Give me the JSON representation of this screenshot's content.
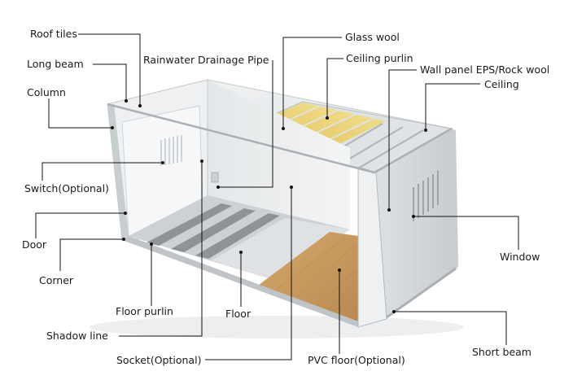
{
  "labels": {
    "roof_tiles": "Roof tiles",
    "long_beam": "Long beam",
    "column": "Column",
    "switch": "Switch(Optional)",
    "door": "Door",
    "corner": "Corner",
    "floor_purlin": "Floor purlin",
    "shadow_line": "Shadow line",
    "socket": "Socket(Optional)",
    "rainwater_pipe": "Rainwater Drainage Pipe",
    "glass_wool": "Glass wool",
    "ceiling_purlin": "Ceiling purlin",
    "wall_panel": "Wall panel EPS/Rock wool",
    "ceiling": "Ceiling",
    "window": "Window",
    "floor": "Floor",
    "pvc_floor": "PVC floor(Optional)",
    "short_beam": "Short beam"
  },
  "colors": {
    "panel_light": "#e9ecee",
    "panel_mid": "#d6dadd",
    "panel_dark": "#bfc4c8",
    "glass_wool": "#e8cf72",
    "wood_floor": "#c89a5e",
    "leader_line": "#111111"
  }
}
